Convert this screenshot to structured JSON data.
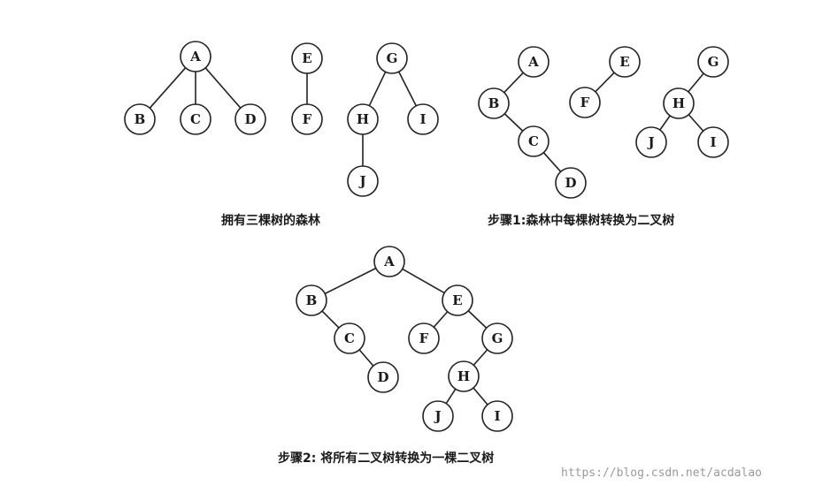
{
  "captions": {
    "forest": "拥有三棵树的森林",
    "step1": "步骤1:森林中每棵树转换为二叉树",
    "step2": "步骤2:  将所有二叉树转换为一棵二叉树"
  },
  "watermark": "https://blog.csdn.net/acdalao",
  "colors": {
    "stroke": "#222222",
    "fill": "#ffffff",
    "text": "#1a1a1a"
  },
  "diagrams": [
    {
      "name": "forest",
      "nodes": [
        "A",
        "B",
        "C",
        "D",
        "E",
        "F",
        "G",
        "H",
        "I",
        "J"
      ],
      "edges": [
        [
          "A",
          "B"
        ],
        [
          "A",
          "C"
        ],
        [
          "A",
          "D"
        ],
        [
          "E",
          "F"
        ],
        [
          "G",
          "H"
        ],
        [
          "G",
          "I"
        ],
        [
          "H",
          "J"
        ]
      ]
    },
    {
      "name": "step1-binary-trees",
      "nodes": [
        "A",
        "B",
        "C",
        "D",
        "E",
        "F",
        "G",
        "H",
        "J",
        "I"
      ],
      "edges": [
        [
          "A",
          "B"
        ],
        [
          "B",
          "C"
        ],
        [
          "C",
          "D"
        ],
        [
          "E",
          "F"
        ],
        [
          "G",
          "H"
        ],
        [
          "H",
          "J"
        ],
        [
          "H",
          "I"
        ]
      ]
    },
    {
      "name": "step2-merged-binary-tree",
      "nodes": [
        "A",
        "B",
        "C",
        "D",
        "E",
        "F",
        "G",
        "H",
        "J",
        "I"
      ],
      "edges": [
        [
          "A",
          "B"
        ],
        [
          "A",
          "E"
        ],
        [
          "B",
          "C"
        ],
        [
          "C",
          "D"
        ],
        [
          "E",
          "F"
        ],
        [
          "E",
          "G"
        ],
        [
          "G",
          "H"
        ],
        [
          "H",
          "J"
        ],
        [
          "H",
          "I"
        ]
      ]
    }
  ]
}
